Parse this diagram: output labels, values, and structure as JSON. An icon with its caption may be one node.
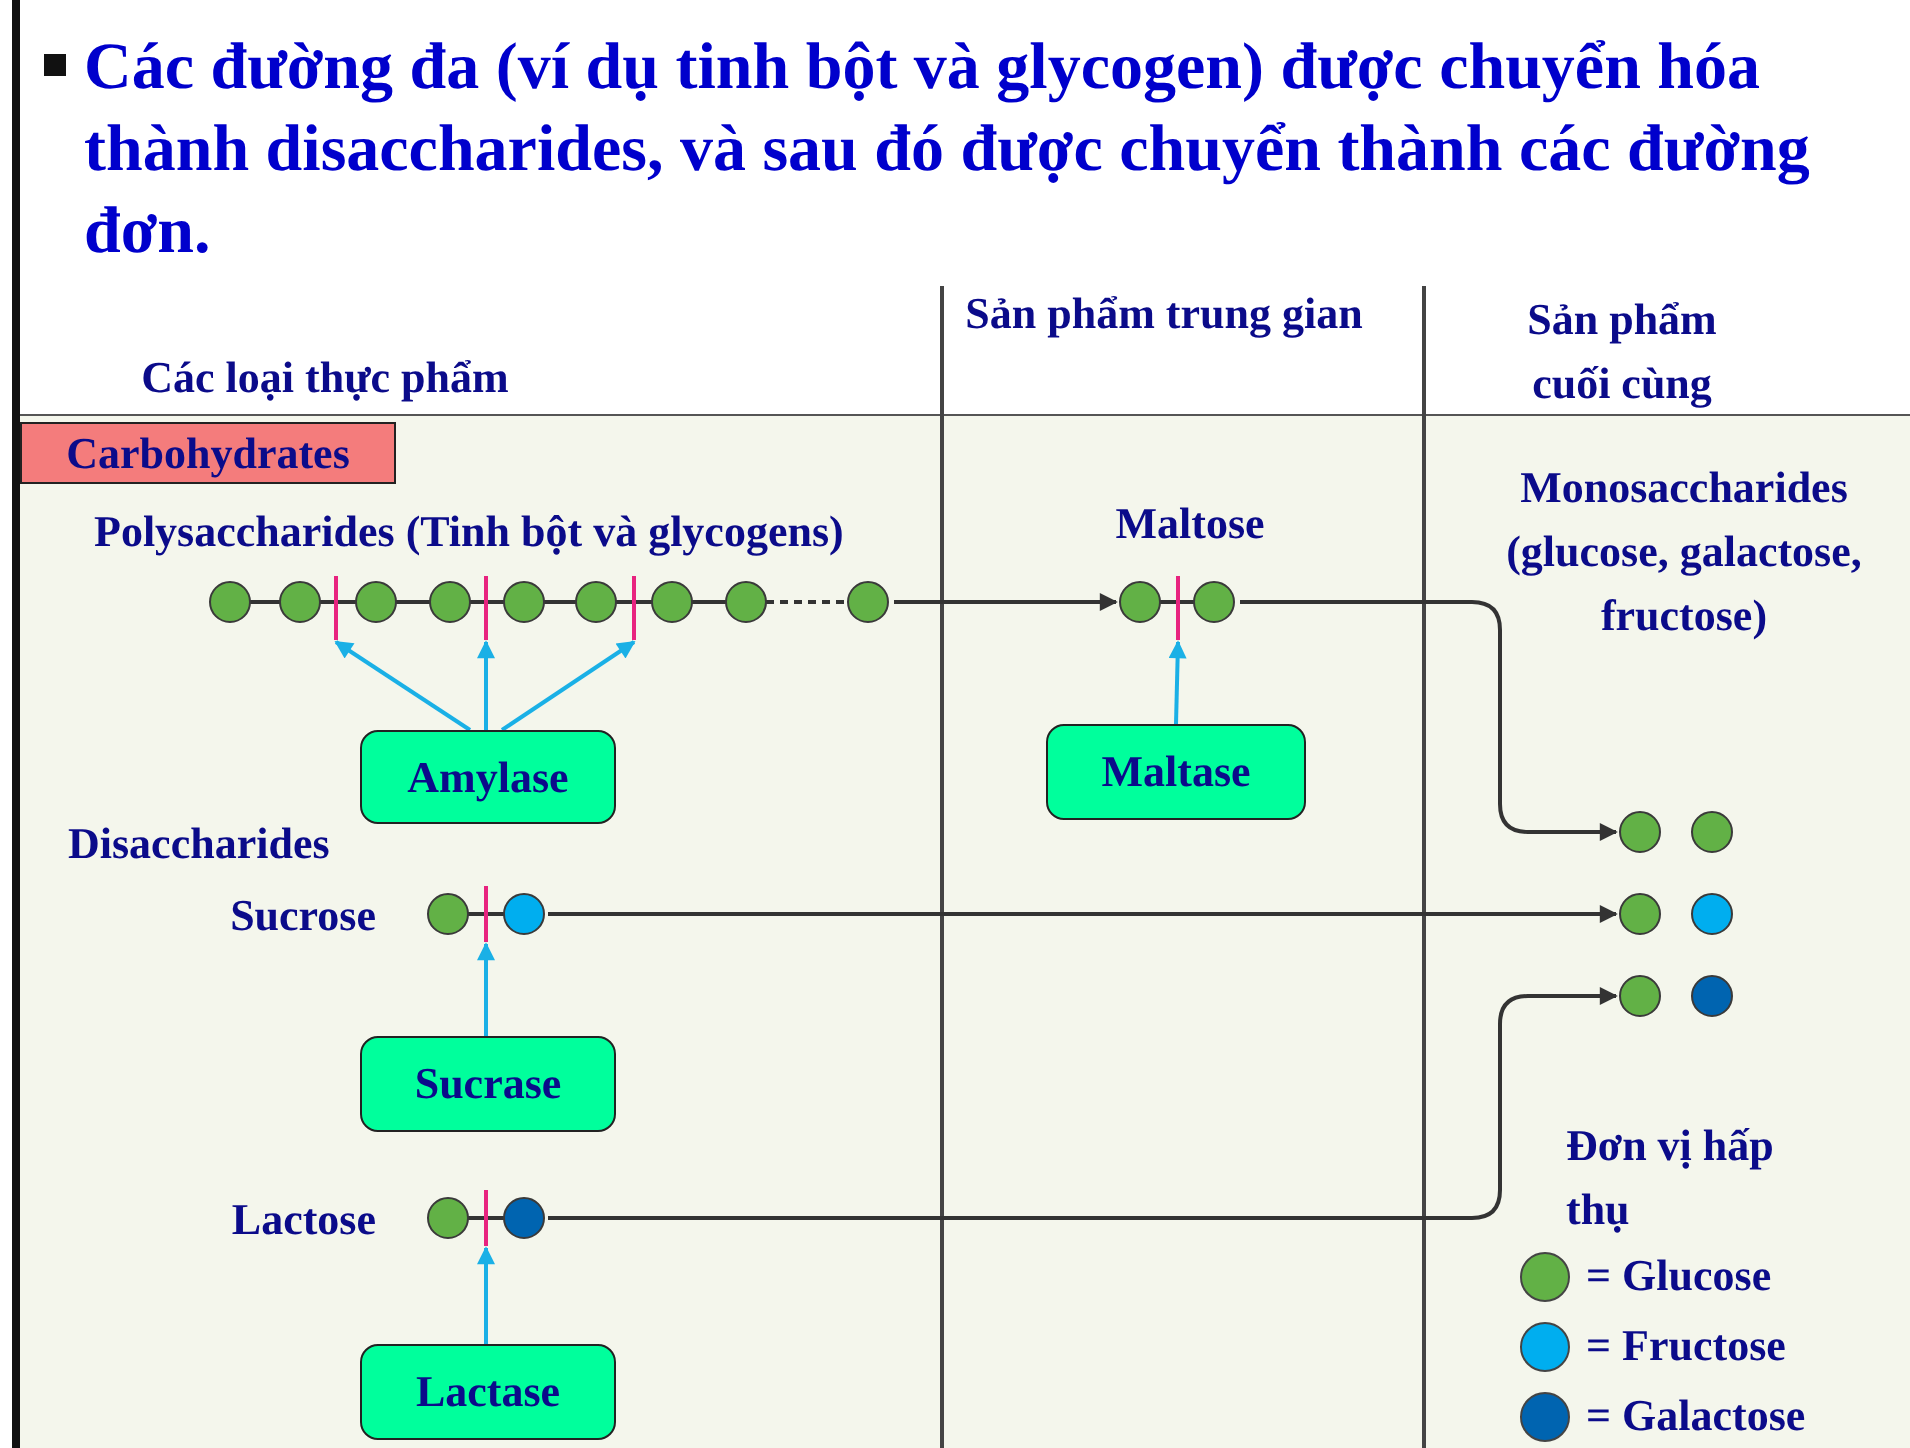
{
  "diagram": {
    "title": "Các đường đa (ví dụ tinh bột và glycogen) được chuyển hóa thành disaccharides, và sau đó được chuyển thành các đường đơn.",
    "nodes": [
      {
        "text": [
          "Carbohydrates"
        ]
      },
      {
        "text": [],
        "shape": "picture",
        "beside": [
          "Polysaccharides (Tinh bột và glycogens)"
        ]
      },
      {
        "text": [],
        "shape": "picture",
        "beside": [
          "Maltose"
        ]
      },
      {
        "text": [
          "Amylase"
        ]
      },
      {
        "text": [
          "Maltase"
        ]
      },
      {
        "text": [],
        "shape": "picture"
      },
      {
        "text": [],
        "shape": "picture",
        "beside": [
          "Sucrose"
        ]
      },
      {
        "text": [],
        "shape": "picture"
      },
      {
        "text": [],
        "shape": "picture"
      },
      {
        "text": [
          "Sucrase"
        ]
      },
      {
        "text": [],
        "shape": "picture",
        "beside": [
          "Lactose"
        ]
      },
      {
        "text": [
          "Lactase"
        ]
      }
    ],
    "edges": [
      {
        "from": 1,
        "to": 2,
        "arrow": "to",
        "color": "#333333"
      },
      {
        "from": 2,
        "to": 5,
        "arrow": "to",
        "color": "#333333"
      },
      {
        "from": 6,
        "to": 7,
        "arrow": "to",
        "color": "#333333"
      },
      {
        "from": 10,
        "to": 8,
        "arrow": "to",
        "color": "#333333"
      },
      {
        "from": 3,
        "to": 1,
        "arrow": "to"
      },
      {
        "from": 3,
        "to": 1,
        "arrow": "to"
      },
      {
        "from": 3,
        "to": 1,
        "arrow": "to"
      },
      {
        "from": 4,
        "to": 2,
        "arrow": "to"
      },
      {
        "from": 9,
        "to": 6,
        "arrow": "to"
      },
      {
        "from": 11,
        "to": 10,
        "arrow": "to"
      }
    ],
    "labels": [
      "Các loại thực phẩm",
      "Sản phẩm trung gian",
      "Sản phẩm cuối cùng",
      "Monosaccharides (glucose, galactose, fructose)",
      "Disaccharides",
      "Đơn vị hấp thụ"
    ],
    "legend": [
      {
        "text": "= Glucose",
        "color": "#62b146"
      },
      {
        "text": "= Fructose",
        "color": "#00aeef"
      },
      {
        "text": "= Galactose",
        "color": "#0064b0"
      }
    ]
  }
}
